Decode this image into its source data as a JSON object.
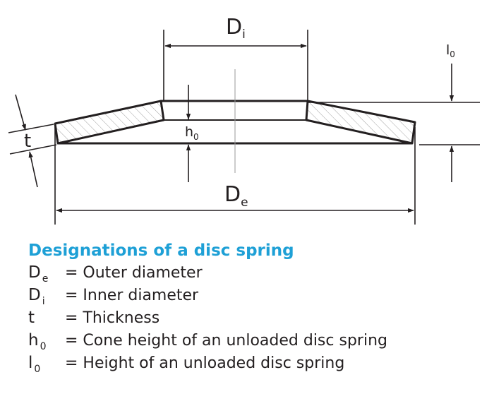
{
  "diagram": {
    "labels": {
      "di": {
        "base": "D",
        "sub": "i"
      },
      "de": {
        "base": "D",
        "sub": "e"
      },
      "t": {
        "base": "t"
      },
      "h0": {
        "base": "h",
        "sub": "0"
      },
      "l0": {
        "base": "l",
        "sub": "0"
      }
    }
  },
  "legend": {
    "title": "Designations of a disc spring",
    "rows": [
      {
        "symbol": "D",
        "subscript": "e",
        "definition": "= Outer diameter"
      },
      {
        "symbol": "D",
        "subscript": "i",
        "definition": "= Inner diameter"
      },
      {
        "symbol": "t",
        "subscript": "",
        "definition": "= Thickness"
      },
      {
        "symbol": "h",
        "subscript": "0",
        "definition": "= Cone height of an unloaded disc spring"
      },
      {
        "symbol": "l",
        "subscript": "0",
        "definition": "= Height of an unloaded disc spring"
      }
    ]
  },
  "colors": {
    "title": "#1ea0d6",
    "line": "#231f20",
    "hatch": "#9a9a9a"
  }
}
